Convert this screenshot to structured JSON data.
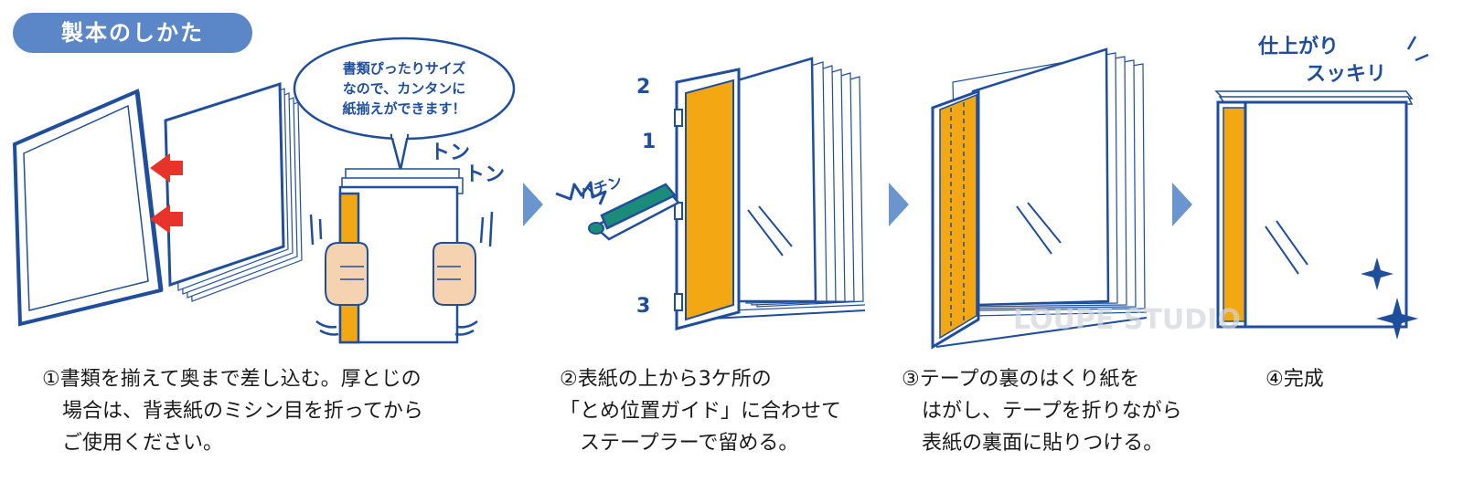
{
  "title": "製本のしかた",
  "colors": {
    "blue": "#1f4e9c",
    "light_blue": "#5b86c8",
    "arrow_blue": "#6b95cf",
    "orange": "#f3a712",
    "red": "#e8332a",
    "teal": "#1c8c7a",
    "skin": "#f6d3b0"
  },
  "bubble": {
    "lines": [
      "書類ぴったりサイズ",
      "なので、カンタンに",
      "紙揃えができます！"
    ]
  },
  "sfx": {
    "ton1": "トン",
    "ton2": "トン",
    "pachin": "パチン",
    "finish_line1": "仕上がり",
    "finish_line2": "スッキリ"
  },
  "guide_marks": {
    "m1": "1",
    "m2": "2",
    "m3": "3"
  },
  "watermark": "LOUPE STUDIO",
  "icons": [
    "red-arrow-icon",
    "step-arrow-icon",
    "stapler-icon",
    "sparkle-icon",
    "hand-icon"
  ],
  "steps": [
    {
      "lines": [
        "①書類を揃えて奥まで差し込む。厚とじの",
        "　場合は、背表紙のミシン目を折ってから",
        "　ご使用ください。"
      ]
    },
    {
      "lines": [
        "②表紙の上から3ケ所の",
        "「とめ位置ガイド」に合わせて",
        "　ステープラーで留める。"
      ]
    },
    {
      "lines": [
        "③テープの裏のはくり紙を",
        "　はがし、テープを折りながら",
        "　表紙の裏面に貼りつける。"
      ]
    },
    {
      "lines": [
        "④完成"
      ]
    }
  ]
}
